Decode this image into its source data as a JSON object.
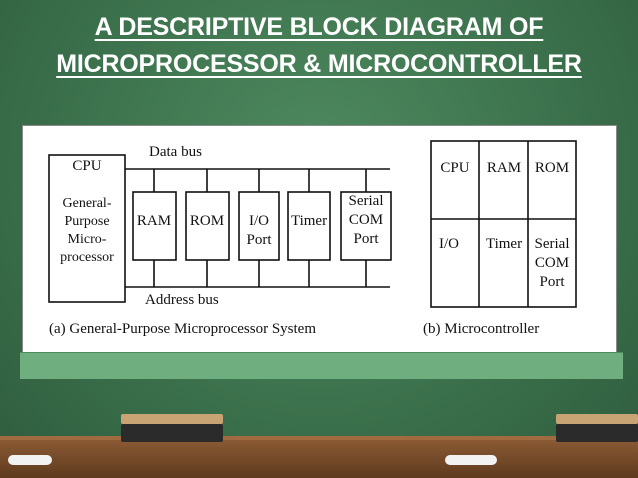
{
  "slide": {
    "title_line1": "A DESCRIPTIVE BLOCK DIAGRAM OF",
    "title_line2": "MICROPROCESSOR & MICROCONTROLLER"
  },
  "diagram_a": {
    "cpu_label": "CPU",
    "cpu_desc": [
      "General-",
      "Purpose",
      "Micro-",
      "processor"
    ],
    "data_bus": "Data bus",
    "address_bus": "Address bus",
    "ram": "RAM",
    "rom": "ROM",
    "io": [
      "I/O",
      "Port"
    ],
    "timer": "Timer",
    "serial": [
      "Serial",
      "COM",
      "Port"
    ],
    "caption": "(a) General-Purpose Microprocessor System"
  },
  "diagram_b": {
    "cpu": "CPU",
    "ram": "RAM",
    "rom": "ROM",
    "io": "I/O",
    "timer": "Timer",
    "serial": [
      "Serial",
      "COM",
      "Port"
    ],
    "caption": "(b) Microcontroller"
  }
}
